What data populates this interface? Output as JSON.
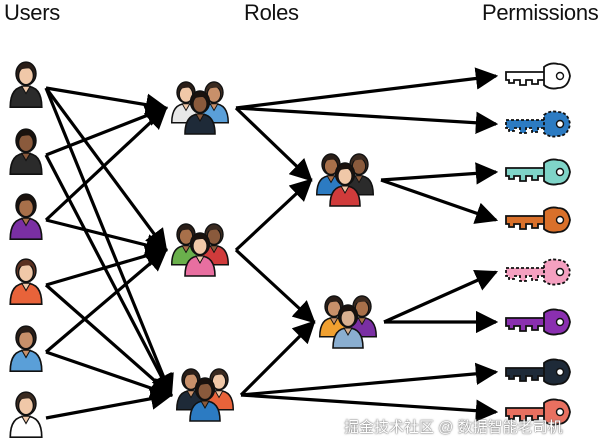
{
  "headers": {
    "users": "Users",
    "roles": "Roles",
    "permissions": "Permissions"
  },
  "users": [
    {
      "id": "u1",
      "shirt": "#2b2b2b",
      "skin": "#f0c8a8",
      "hair": "#2a1e18"
    },
    {
      "id": "u2",
      "shirt": "#2b2b2b",
      "skin": "#8a5a3c",
      "hair": "#1a120e"
    },
    {
      "id": "u3",
      "shirt": "#7a2fa3",
      "skin": "#a8704a",
      "hair": "#1a120e"
    },
    {
      "id": "u4",
      "shirt": "#e8633a",
      "skin": "#f0c8a8",
      "hair": "#5a3020"
    },
    {
      "id": "u5",
      "shirt": "#5a9fd8",
      "skin": "#c8906a",
      "hair": "#2a1e18"
    },
    {
      "id": "u6",
      "shirt": "#ffffff",
      "skin": "#f0c8a8",
      "hair": "#3a2a20"
    }
  ],
  "roles": [
    {
      "id": "r1",
      "shirts": [
        "#e8e8e8",
        "#1e2a38",
        "#5a9fd8"
      ]
    },
    {
      "id": "r2",
      "shirts": [
        "#6ab04c",
        "#e86fa0",
        "#d03b3b"
      ]
    },
    {
      "id": "r3",
      "shirts": [
        "#1e2a38",
        "#2c7bc2",
        "#e8633a"
      ]
    },
    {
      "id": "r4",
      "shirts": [
        "#2c7bc2",
        "#d03b3b",
        "#2b2b2b"
      ]
    },
    {
      "id": "r5",
      "shirts": [
        "#f0a030",
        "#8aaed0",
        "#7a2fa3"
      ]
    }
  ],
  "permissions": [
    {
      "id": "p1",
      "color": "#ffffff",
      "dashed": false
    },
    {
      "id": "p2",
      "color": "#2c7bc2",
      "dashed": true
    },
    {
      "id": "p3",
      "color": "#7fd4c8",
      "dashed": false
    },
    {
      "id": "p4",
      "color": "#d9702a",
      "dashed": false
    },
    {
      "id": "p5",
      "color": "#f4a0c0",
      "dashed": true
    },
    {
      "id": "p6",
      "color": "#8a2fb0",
      "dashed": false
    },
    {
      "id": "p7",
      "color": "#1e2a38",
      "dashed": false
    },
    {
      "id": "p8",
      "color": "#e87060",
      "dashed": false
    }
  ],
  "edges": [
    [
      "u1",
      "r1"
    ],
    [
      "u1",
      "r2"
    ],
    [
      "u1",
      "r3"
    ],
    [
      "u2",
      "r1"
    ],
    [
      "u2",
      "r3"
    ],
    [
      "u3",
      "r1"
    ],
    [
      "u3",
      "r2"
    ],
    [
      "u4",
      "r2"
    ],
    [
      "u4",
      "r3"
    ],
    [
      "u5",
      "r2"
    ],
    [
      "u5",
      "r3"
    ],
    [
      "u6",
      "r3"
    ],
    [
      "r1",
      "r4"
    ],
    [
      "r2",
      "r4"
    ],
    [
      "r2",
      "r5"
    ],
    [
      "r3",
      "r5"
    ],
    [
      "r1",
      "p1"
    ],
    [
      "r1",
      "p2"
    ],
    [
      "r4",
      "p3"
    ],
    [
      "r4",
      "p4"
    ],
    [
      "r5",
      "p5"
    ],
    [
      "r5",
      "p6"
    ],
    [
      "r3",
      "p7"
    ],
    [
      "r3",
      "p8"
    ]
  ],
  "watermark": "掘金技术社区 @ 数据智能老司机"
}
